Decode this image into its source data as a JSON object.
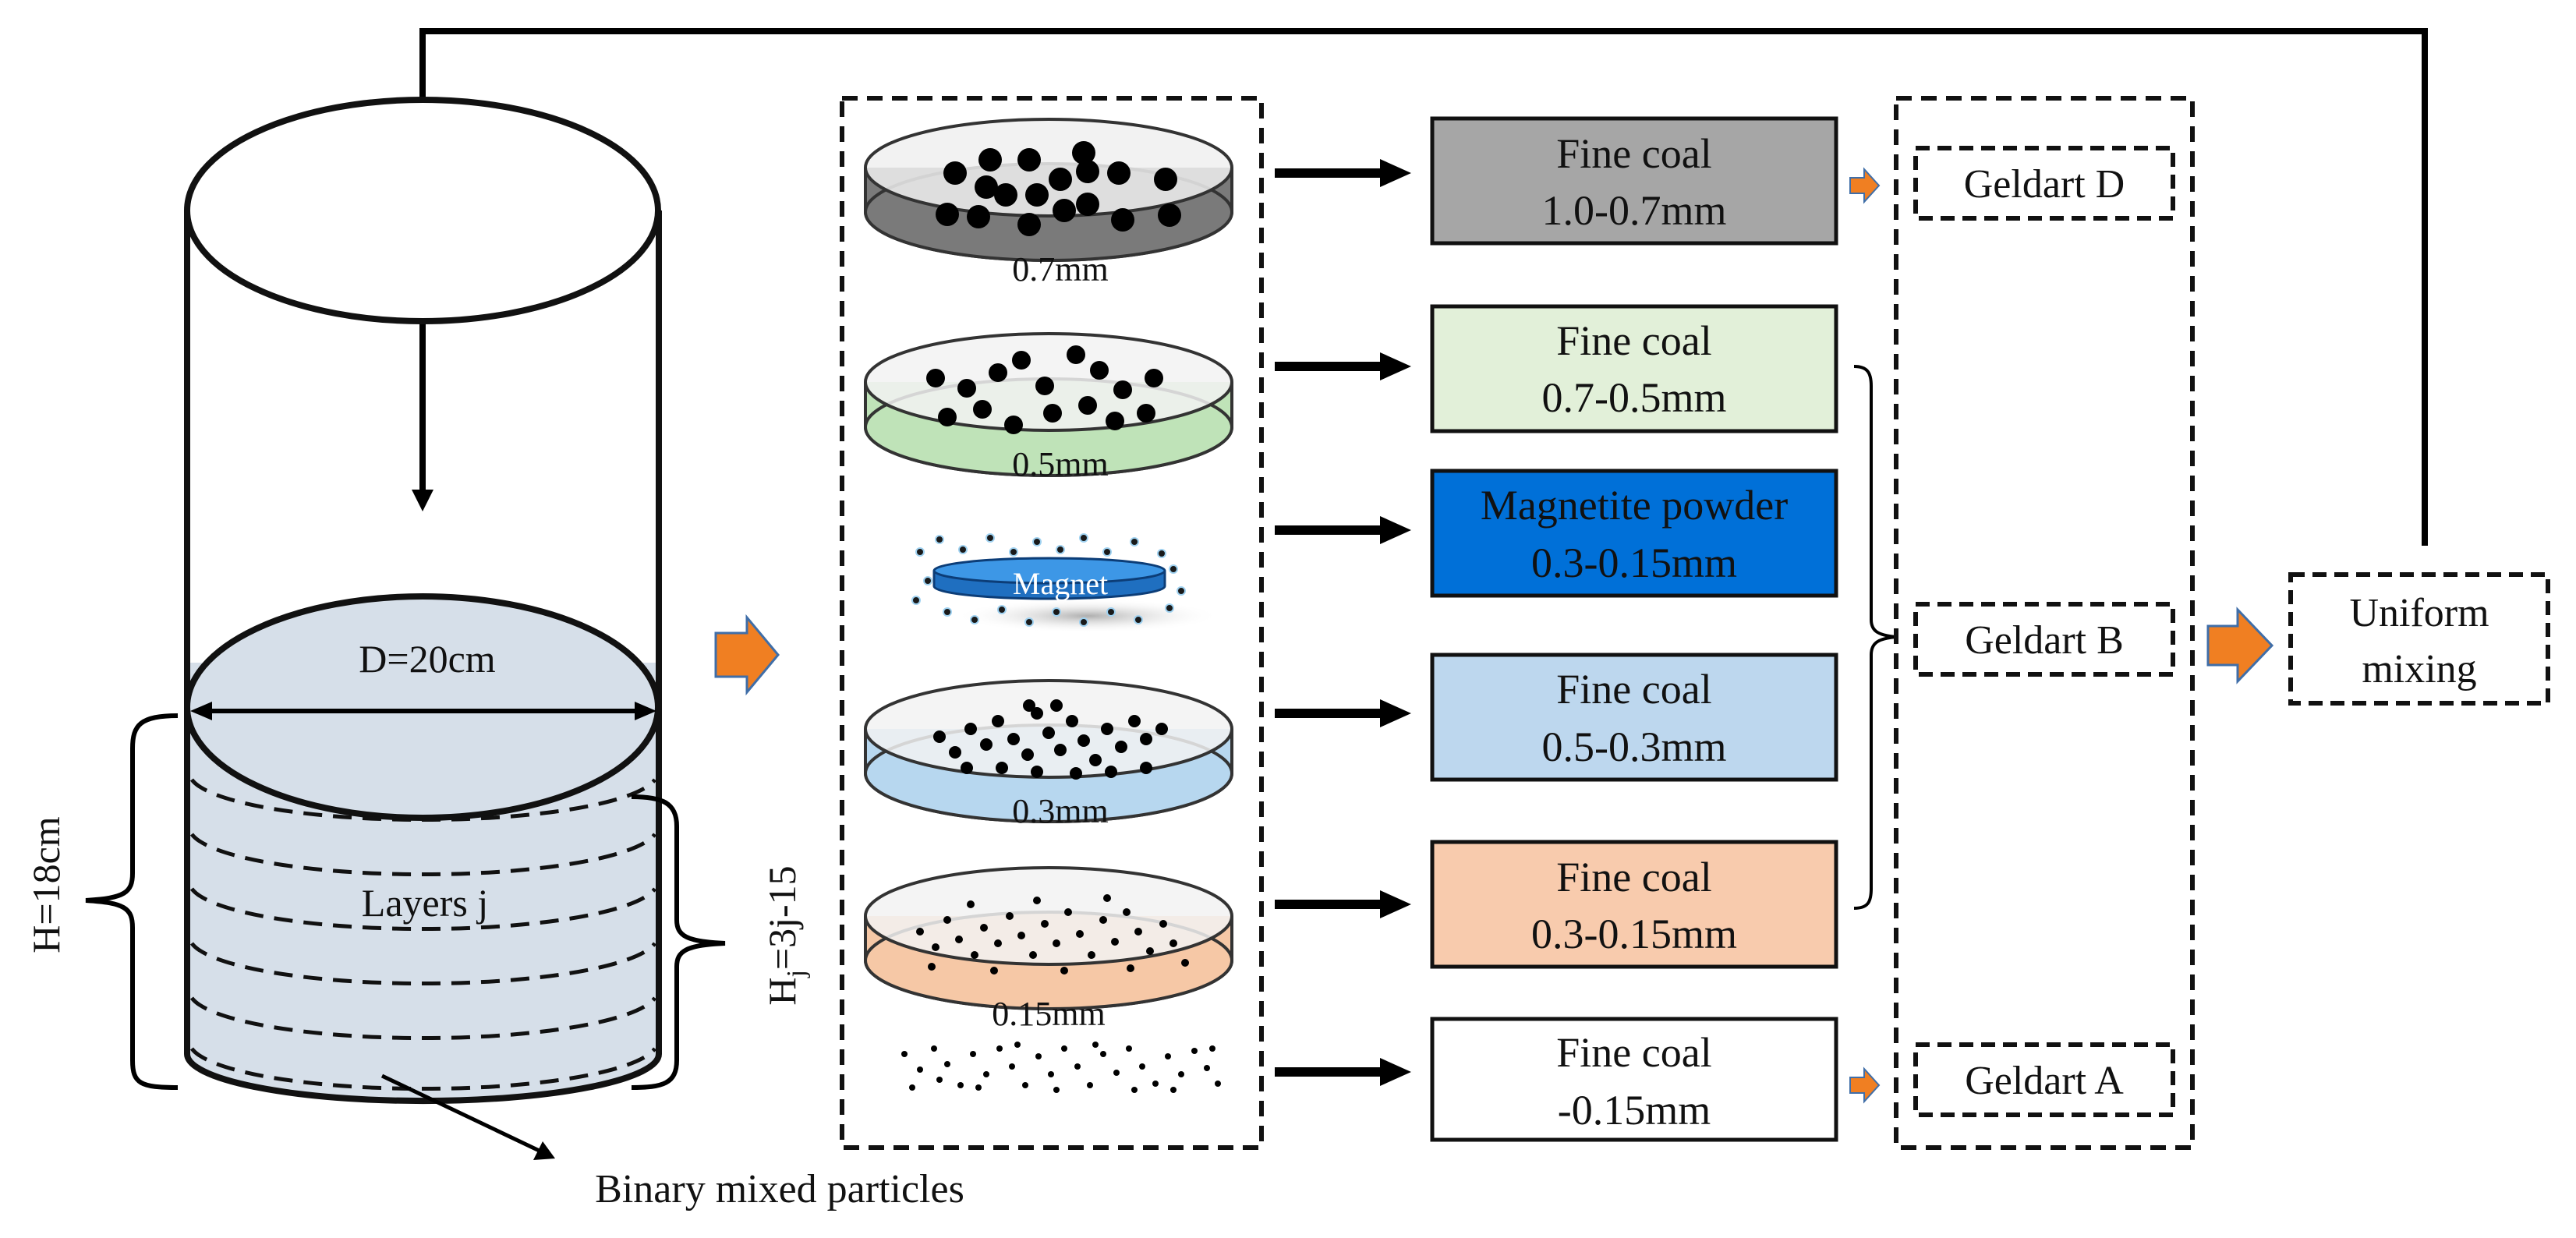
{
  "cylinder": {
    "diameter_label": "D=20cm",
    "height_label": "H=18cm",
    "layers_label": "Layers j",
    "layer_height_base": "H",
    "layer_height_sub": "j",
    "layer_height_rest": "=3j-15",
    "particles_label": "Binary mixed particles"
  },
  "sieves": [
    {
      "label": "0.7mm",
      "color": "#7a7a7a"
    },
    {
      "label": "0.5mm",
      "color": "#bfe3b8"
    },
    {
      "label": "Magnet",
      "color": "#1f7fd0"
    },
    {
      "label": "0.3mm",
      "color": "#b7d7ef"
    },
    {
      "label": "0.15mm",
      "color": "#f6c8a6"
    }
  ],
  "fractions": [
    {
      "line1": "Fine coal",
      "line2": "1.0-0.7mm",
      "fill": "#a6a6a6",
      "text_color": "#111111"
    },
    {
      "line1": "Fine coal",
      "line2": "0.7-0.5mm",
      "fill": "#e2f0d9",
      "text_color": "#111111"
    },
    {
      "line1": "Magnetite powder",
      "line2": "0.3-0.15mm",
      "fill": "#0070d8",
      "text_color": "#111111"
    },
    {
      "line1": "Fine coal",
      "line2": "0.5-0.3mm",
      "fill": "#bdd7ee",
      "text_color": "#111111"
    },
    {
      "line1": "Fine coal",
      "line2": "0.3-0.15mm",
      "fill": "#f8cbad",
      "text_color": "#111111"
    },
    {
      "line1": "Fine coal",
      "line2": "-0.15mm",
      "fill": "#ffffff",
      "text_color": "#111111"
    }
  ],
  "geldart": {
    "d": "Geldart D",
    "b": "Geldart B",
    "a": "Geldart A"
  },
  "result": {
    "line1": "Uniform",
    "line2": "mixing"
  },
  "colors": {
    "arrow_orange": "#f07f22",
    "arrow_orange_edge": "#3f6ea8",
    "cylinder_fill": "#d6dfe9"
  }
}
